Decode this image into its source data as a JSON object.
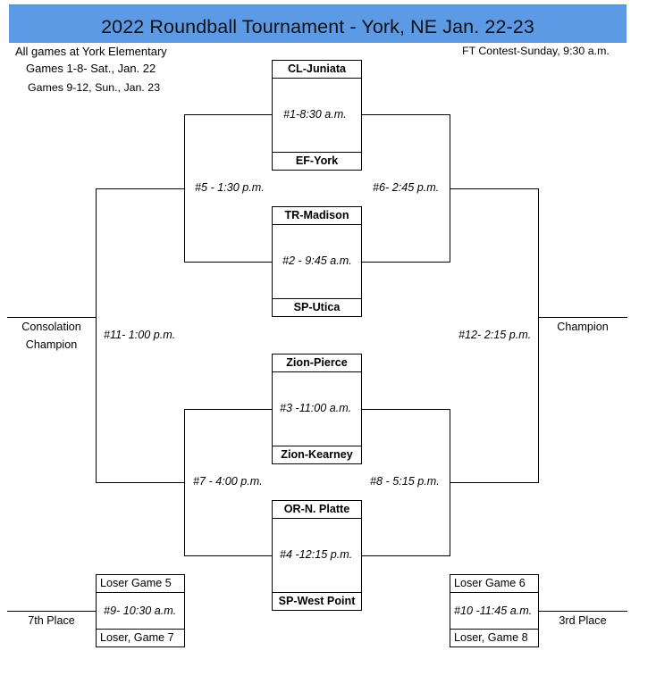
{
  "title": "2022 Roundball Tournament - York, NE  Jan. 22-23",
  "notes": {
    "left1": "All games at York Elementary",
    "left2": "Games 1-8- Sat., Jan. 22",
    "left3": "Games 9-12, Sun., Jan. 23",
    "right1": "FT Contest-Sunday, 9:30 a.m."
  },
  "teams": {
    "t1": "CL-Juniata",
    "t2": "EF-York",
    "t3": "TR-Madison",
    "t4": "SP-Utica",
    "t5": "Zion-Pierce",
    "t6": "Zion-Kearney",
    "t7": "OR-N. Platte",
    "t8": "SP-West Point"
  },
  "games": {
    "g1": "#1-8:30 a.m.",
    "g2": "#2 - 9:45 a.m.",
    "g3": "#3 -11:00 a.m.",
    "g4": "#4 -12:15 p.m.",
    "g5": "#5 - 1:30 p.m.",
    "g6": "#6- 2:45 p.m.",
    "g7": "#7 - 4:00 p.m.",
    "g8": "#8 - 5:15 p.m.",
    "g9": "#9- 10:30 a.m.",
    "g10": "#10 -11:45 a.m.",
    "g11": "#11- 1:00 p.m.",
    "g12": "#12- 2:15 p.m."
  },
  "slots": {
    "loser5": "Loser Game 5",
    "loser7": "Loser, Game 7",
    "loser6": "Loser Game 6",
    "loser8": "Loser, Game 8"
  },
  "places": {
    "consolation_line1": "Consolation",
    "consolation_line2": "Champion",
    "champion": "Champion",
    "seventh": "7th Place",
    "third": "3rd Place"
  }
}
